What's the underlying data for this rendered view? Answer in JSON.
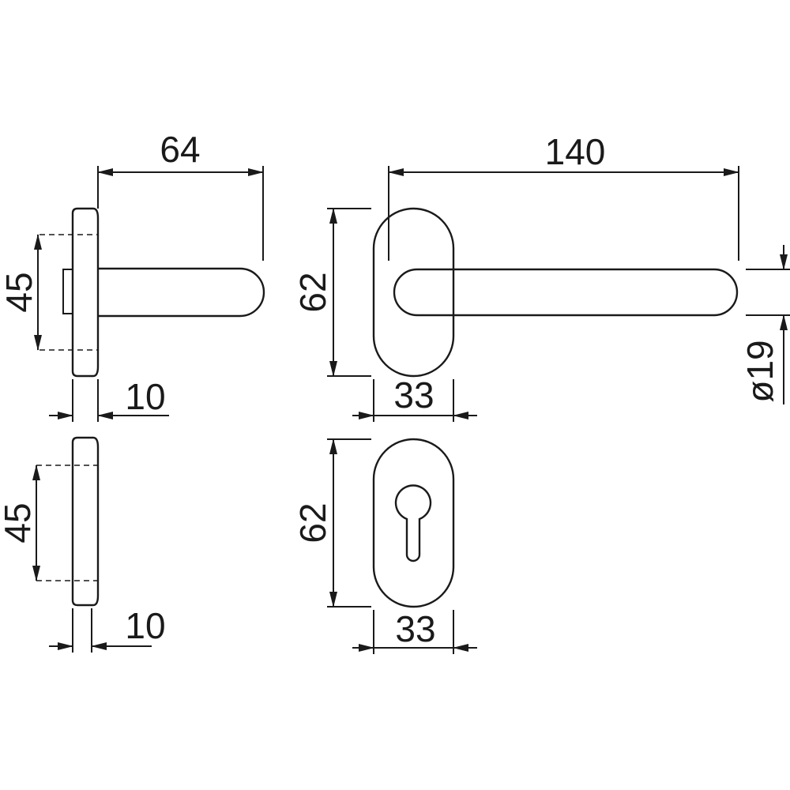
{
  "dimensions": {
    "handle_side_length": "64",
    "handle_side_rose_height": "45",
    "handle_side_rose_thickness": "10",
    "keyhole_side_rose_height": "45",
    "keyhole_side_rose_thickness": "10",
    "handle_front_length": "140",
    "handle_front_rose_height": "62",
    "handle_front_rose_width": "33",
    "handle_diameter": "ø19",
    "keyhole_front_rose_height": "62",
    "keyhole_front_rose_width": "33"
  },
  "colors": {
    "line": "#1a1a1a",
    "background": "#ffffff"
  }
}
